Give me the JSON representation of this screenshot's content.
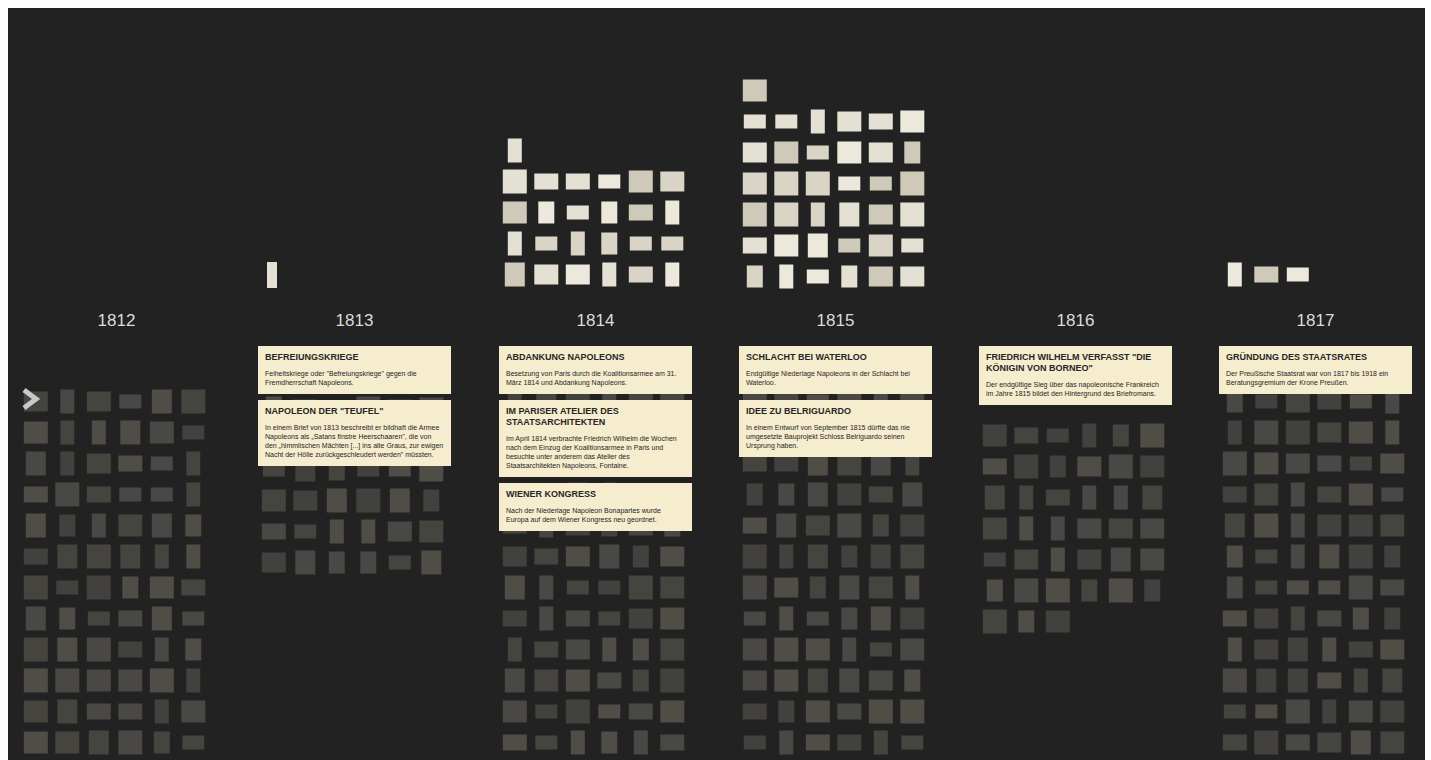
{
  "diagram": {
    "nodes": [
      {
        "text": [
          "BEFREIUNGSKRIEGE",
          "Feiheitskriege oder \"Befreiungskriege\" gegen die Fremdherrschaft Napoleons."
        ]
      },
      {
        "text": [
          "NAPOLEON DER \"TEUFEL\"",
          "In einem Brief von 1813 beschreibt er bildhaft die Armee Napoleons als „Satans finstre Heerschaaren\", die von den „himmlischen Mächten [...] ins alte Graus, zur ewigen Nacht der Hölle zurückgeschleudert werden\" müssten."
        ]
      },
      {
        "text": [
          "ABDANKUNG NAPOLEONS",
          "Besetzung von Paris durch die Koalitionsarmee am 31. März 1814 und Abdankung Napoleons."
        ]
      },
      {
        "text": [
          "IM PARISER ATELIER DES STAATSARCHITEKTEN",
          "Im April 1814 verbrachte Friedrich Wilhelm die Wochen nach dem Einzug der Koalitionsarmee in Paris und besuchte unter anderem das Atelier des Staatsarchitekten Napoleons, Fontaine."
        ]
      },
      {
        "text": [
          "WIENER KONGRESS",
          "Nach der Niederlage Napoleon Bonapartes wurde Europa auf dem Wiener Kongress neu geordnet."
        ]
      },
      {
        "text": [
          "SCHLACHT BEI WATERLOO",
          "Endgültige Niederlage Napoleons in der Schlacht bei Waterloo."
        ]
      },
      {
        "text": [
          "IDEE ZU BELRIGUARDO",
          "In einem Entwurf von September 1815 dürfte das nie umgesetzte Bauprojekt Schloss Belriguardo seinen Ursprung haben."
        ]
      },
      {
        "text": [
          "FRIEDRICH WILHELM VERFASST \"DIE KÖNIGIN VON BORNEO\"",
          "Der endgültige Sieg über das napoleonische Frankreich im Jahre 1815 bildet den Hintergrund des Briefromans."
        ]
      },
      {
        "text": [
          "GRÜNDUNG DES STAATSRATES",
          "Der Preußische Staatsrat war von 1817 bis 1918 ein Beratungsgremium der Krone Preußen."
        ]
      }
    ],
    "labels": [
      "1812",
      "1813",
      "1814",
      "1815",
      "1816",
      "1817"
    ]
  }
}
